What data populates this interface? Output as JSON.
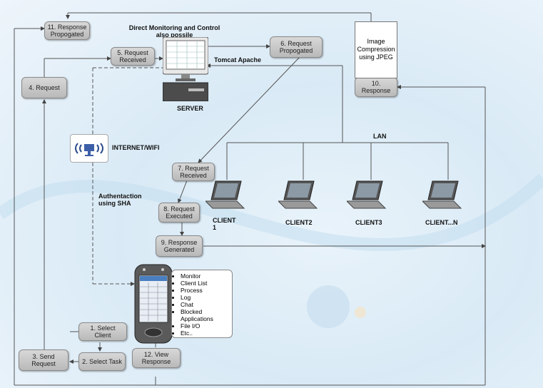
{
  "title": "Direct Monitoring and Control also possile",
  "server": {
    "label": "SERVER",
    "tomcat": "Tomcat Apache"
  },
  "network": {
    "internet": "INTERNET/WIFI",
    "lan": "LAN",
    "auth": "Authentaction using SHA"
  },
  "boxes": {
    "b1": "1. Select Client",
    "b2": "2. Select Task",
    "b3": "3. Send Request",
    "b4": "4. Request",
    "b5": "5. Request Received",
    "b6": "6. Request Propogated",
    "b7": "7. Request Received",
    "b8": "8. Request Executed",
    "b9": "9. Response Generated",
    "b10": "10. Response",
    "b11": "11. Response Propogated",
    "b12": "12. View Response"
  },
  "compression": "Image Compression using JPEG",
  "clients": [
    "CLIENT 1",
    "CLIENT2",
    "CLIENT3",
    "CLIENT...N"
  ],
  "features": [
    "Monitor",
    "Client List",
    "Process",
    "Log",
    "Chat",
    "Blocked Applications",
    "File I/O",
    "Etc.."
  ],
  "colors": {
    "box": "#c8c8c8",
    "line": "#555555",
    "bg": "#dcebf6"
  }
}
